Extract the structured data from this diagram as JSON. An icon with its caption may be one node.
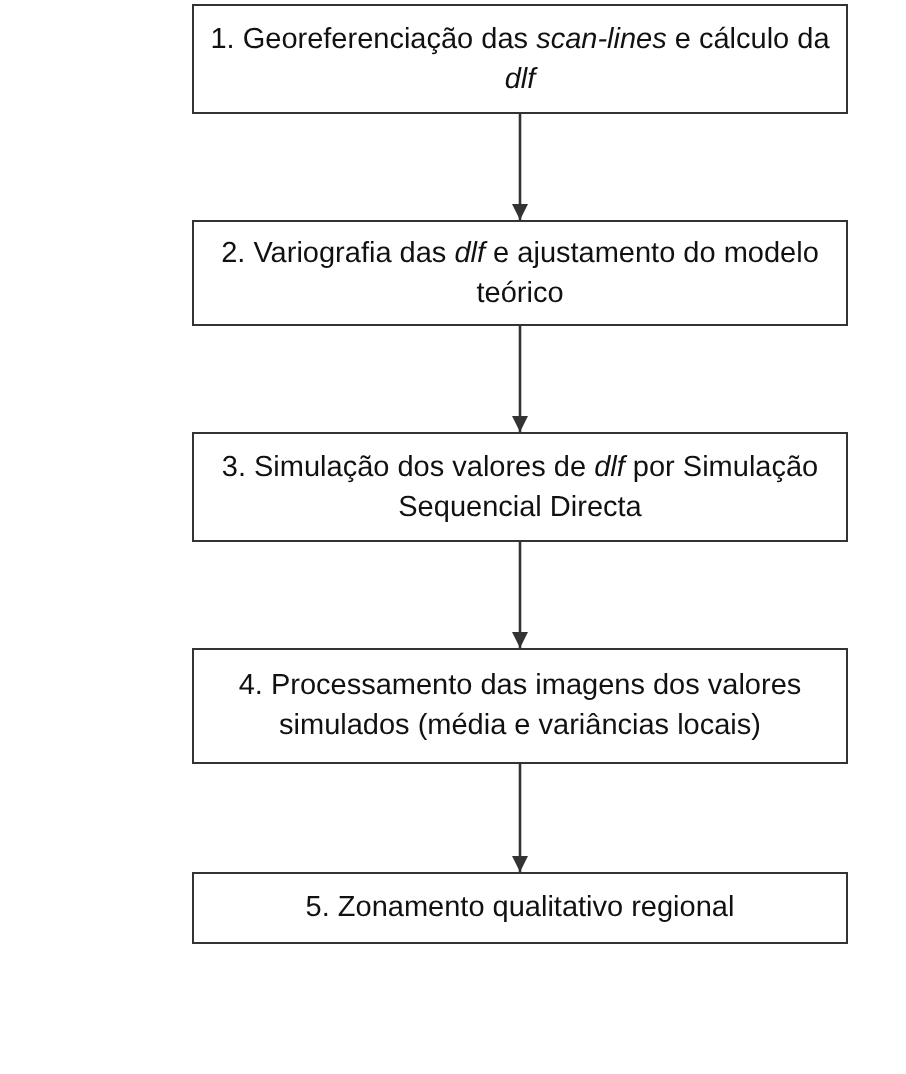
{
  "diagram": {
    "nodes": [
      {
        "text": [
          "1. Georeferenciação das *scan-lines* e cálculo da *dlf*"
        ]
      },
      {
        "text": [
          "2. Variografia das *dlf* e ajustamento do modelo teórico"
        ]
      },
      {
        "text": [
          "3. Simulação dos valores de *dlf* por Simulação Sequencial Directa"
        ]
      },
      {
        "text": [
          "4. Processamento das imagens dos valores simulados (média e variâncias locais)"
        ]
      },
      {
        "text": [
          "5. Zonamento qualitativo regional"
        ]
      }
    ],
    "edges": [
      {
        "from": 0,
        "to": 1,
        "arrow": "to"
      },
      {
        "from": 1,
        "to": 2,
        "arrow": "to"
      },
      {
        "from": 2,
        "to": 3,
        "arrow": "to"
      },
      {
        "from": 3,
        "to": 4,
        "arrow": "to"
      }
    ]
  }
}
